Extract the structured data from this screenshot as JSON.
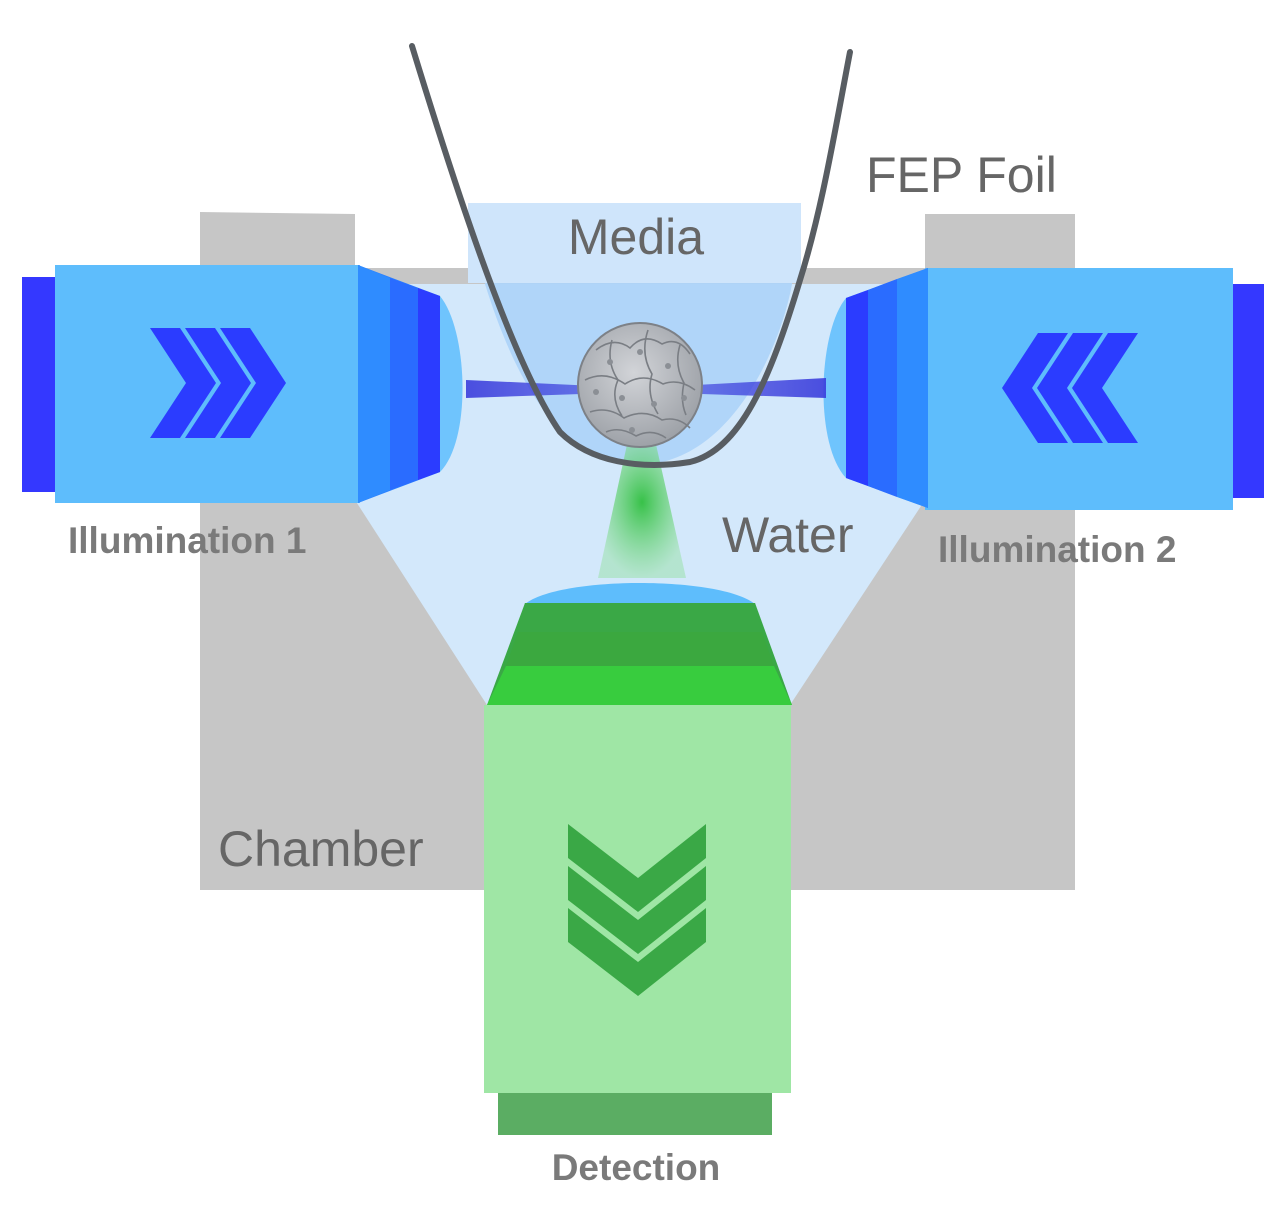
{
  "labels": {
    "fep_foil": "FEP Foil",
    "media": "Media",
    "water": "Water",
    "chamber": "Chamber",
    "illumination_1": "Illumination 1",
    "illumination_2": "Illumination 2",
    "detection": "Detection"
  },
  "colors": {
    "chamber": "#c6c6c6",
    "water": "#d3e8fb",
    "media": "#aed4f9",
    "illumination_body": "#5ebdfc",
    "illumination_dark": "#3438ff",
    "light_sheet": "#3a3ddc",
    "detection_body": "#9fe6a5",
    "detection_dark": "#3aa846",
    "detection_base": "#5bad63",
    "foil": "#585d62"
  },
  "icons": {
    "illumination_1_arrows": "chevron-right-icon",
    "illumination_2_arrows": "chevron-left-icon",
    "detection_arrows": "chevron-down-icon",
    "sample": "cell-spheroid-icon"
  }
}
